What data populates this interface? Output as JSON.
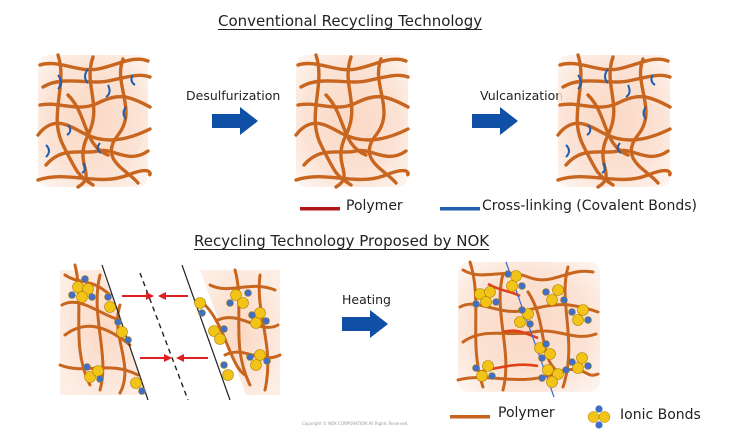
{
  "section_conventional": {
    "title": "Conventional Recycling Technology",
    "step1_label": "Desulfurization",
    "step2_label": "Vulcanization",
    "legend": [
      {
        "label": "Polymer",
        "color": "#b01818"
      },
      {
        "label": "Cross-linking (Covalent Bonds)",
        "color": "#1f5fad"
      }
    ]
  },
  "section_proposed": {
    "title": "Recycling Technology Proposed by NOK",
    "step_label": "Heating",
    "legend": [
      {
        "label": "Polymer",
        "color": "#c4621e"
      },
      {
        "label": "Ionic Bonds",
        "icon": "ionic-bond-cluster-icon"
      }
    ]
  },
  "colors": {
    "polymer_strand": "#c8651f",
    "crosslink": "#1f5fad",
    "process_arrow": "#0f4fa5",
    "merge_arrow": "#e02020",
    "panel_bg": "#fbe0d0",
    "cation": "#f2c418",
    "anion": "#3f6fc8"
  },
  "copyright": "Copyright © NOK CORPORATION All Rights Reserved."
}
